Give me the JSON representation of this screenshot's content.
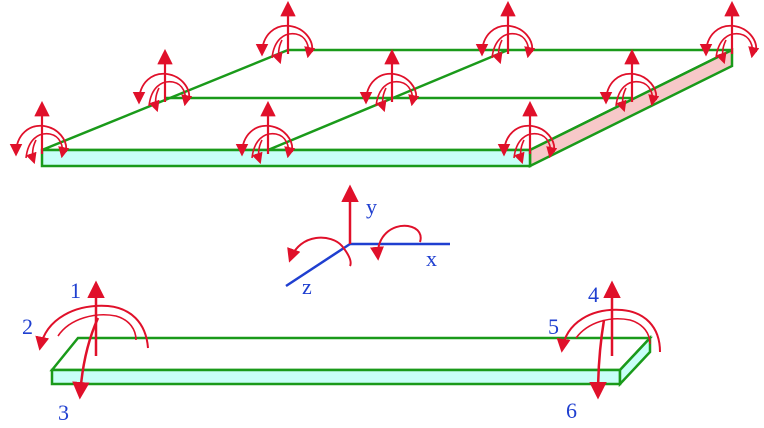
{
  "axes": {
    "x_label": "x",
    "y_label": "y",
    "z_label": "z"
  },
  "dof_labels": [
    "1",
    "2",
    "3",
    "4",
    "5",
    "6"
  ],
  "colors": {
    "frame": "#1a9a1a",
    "plate_face": "#ffffff",
    "front_face": "#c8fff8",
    "side_face": "#f7c8c8",
    "arrow": "#e0102a",
    "axis_blue": "#1f3fd0",
    "label_blue": "#1f3fd0"
  }
}
